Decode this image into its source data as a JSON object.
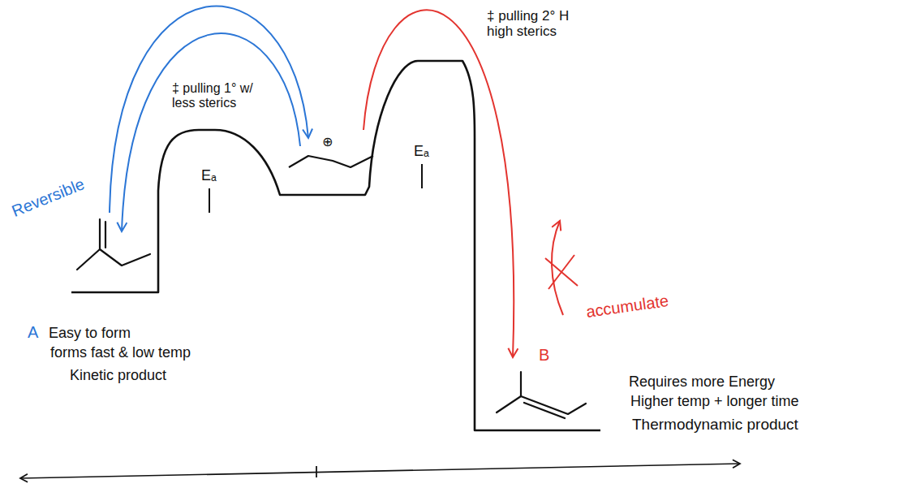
{
  "diagram": {
    "labels": [
      "Reversible",
      "‡ pulling 1° w/ less sterics",
      "Eₐ",
      "⊕",
      "‡ pulling 2° H high sterics",
      "Eₐ",
      "A",
      "Easy to form",
      "forms fast & low temp",
      "Kinetic product",
      "accumulate",
      "B",
      "Requires more Energy",
      "Higher temp + longer time",
      "Thermodynamic product"
    ]
  }
}
